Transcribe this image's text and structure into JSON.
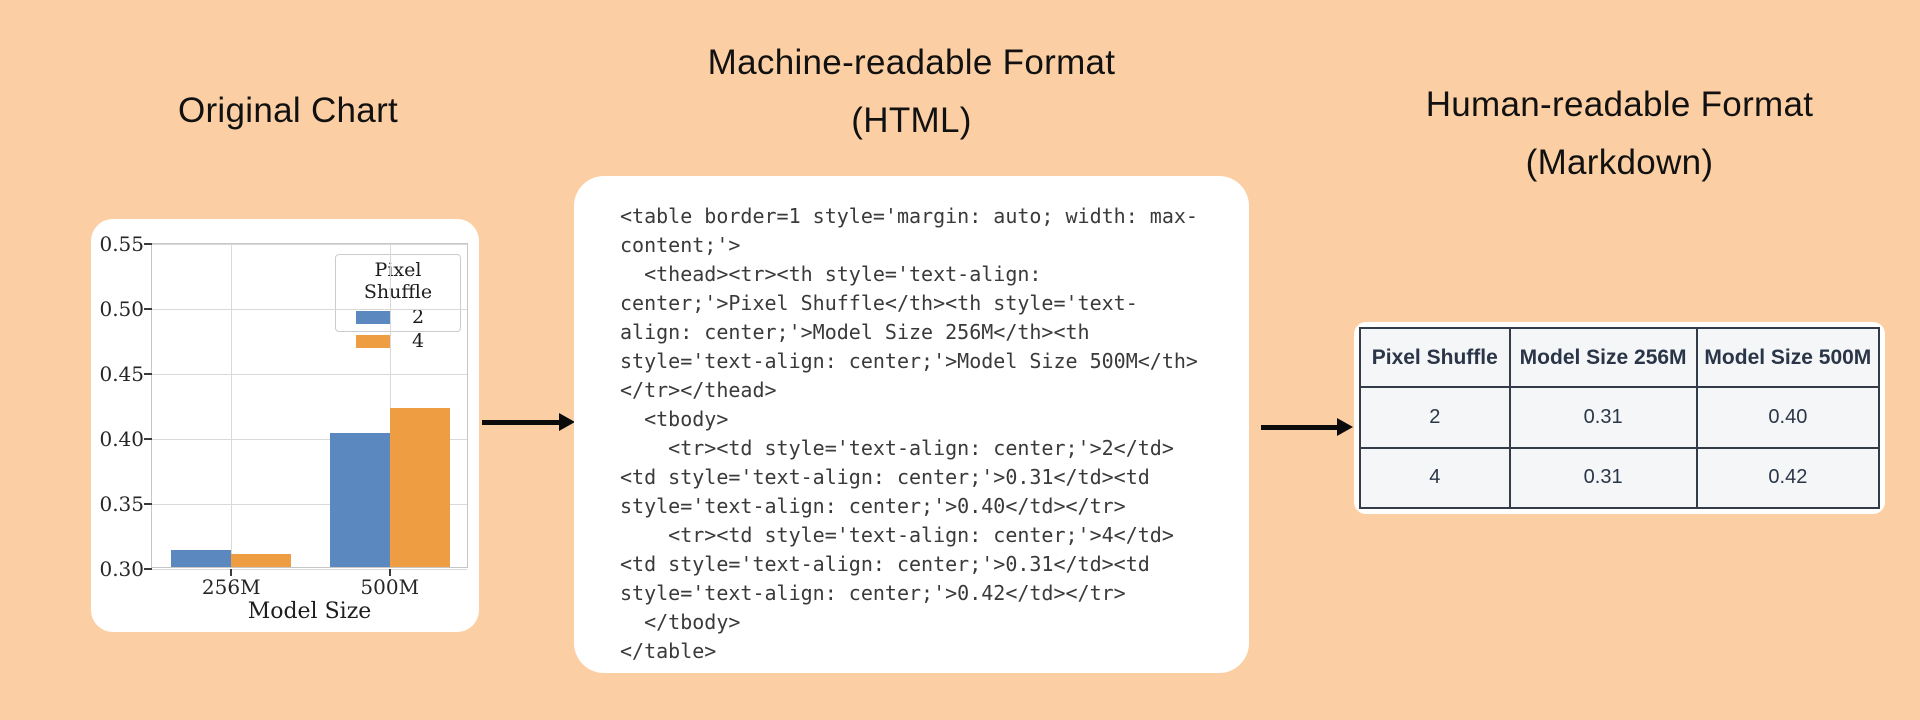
{
  "page": {
    "background": "#fbcfa3",
    "arrow_color": "#0b0b0b"
  },
  "titles": {
    "left": "Original Chart",
    "middle_line1": "Machine-readable Format",
    "middle_line2": "(HTML)",
    "right_line1": "Human-readable Format",
    "right_line2": "(Markdown)"
  },
  "chart_data": {
    "type": "bar",
    "title": "",
    "xlabel": "Model Size",
    "ylabel": "",
    "categories": [
      "256M",
      "500M"
    ],
    "series": [
      {
        "name": "2",
        "color": "#5b89bf",
        "values": [
          0.313,
          0.403
        ]
      },
      {
        "name": "4",
        "color": "#ef9d43",
        "values": [
          0.31,
          0.422
        ]
      }
    ],
    "legend_title": "Pixel Shuffle",
    "legend_position": "upper right",
    "ylim": [
      0.3,
      0.55
    ],
    "yticks": [
      0.3,
      0.35,
      0.4,
      0.45,
      0.5,
      0.55
    ],
    "grid": true
  },
  "code_panel": {
    "lines": [
      "<table border=1 style='margin: auto; width: max-",
      "content;'>",
      "  <thead><tr><th style='text-align:",
      "center;'>Pixel Shuffle</th><th style='text-",
      "align: center;'>Model Size 256M</th><th",
      "style='text-align: center;'>Model Size 500M</th>",
      "</tr></thead>",
      "  <tbody>",
      "    <tr><td style='text-align: center;'>2</td>",
      "<td style='text-align: center;'>0.31</td><td",
      "style='text-align: center;'>0.40</td></tr>",
      "    <tr><td style='text-align: center;'>4</td>",
      "<td style='text-align: center;'>0.31</td><td",
      "style='text-align: center;'>0.42</td></tr>",
      "  </tbody>",
      "</table>"
    ]
  },
  "table_panel": {
    "headers": [
      "Pixel Shuffle",
      "Model Size 256M",
      "Model Size 500M"
    ],
    "rows": [
      [
        "2",
        "0.31",
        "0.40"
      ],
      [
        "4",
        "0.31",
        "0.42"
      ]
    ]
  }
}
